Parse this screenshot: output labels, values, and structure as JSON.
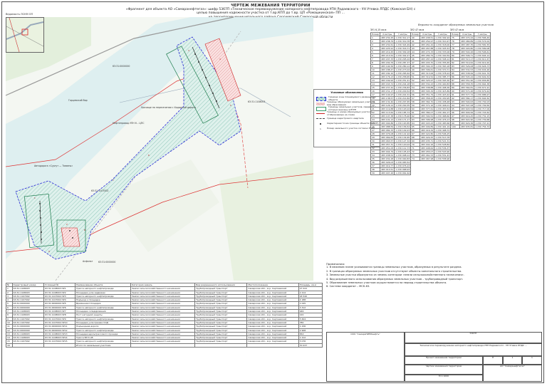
{
  "header": {
    "title": "ЧЕРТЕЖ МЕЖЕВАНИЯ ТЕРРИТОРИИ",
    "subtitle_lines": [
      "«Фрагмент для объекта АО «Самаранефтегаз»: шифр 5367П «Техническое перевооружение напорного нефтепровода УПН Радаевского - УН Утевка ЛПДС (Камская БН) с целью повышения надежности участка от т.вр.КПП до т.вр. ЦП «Ромашкинская» ПП ...",
      "на территории муниципального района Сергиевский Самарской области"
    ]
  },
  "inset_map": {
    "label": "Ведомость ЛСКМ ОП"
  },
  "legend": {
    "title": "Условные обозначения",
    "items": [
      {
        "label": "Граница зоны планируемого размещения объекта",
        "color": "#2b2bd8",
        "pattern": "hatch-blue"
      },
      {
        "label": "Границы образуемых земельных участков, вид образования",
        "color": "#e0a0a0",
        "pattern": "hatch-red"
      },
      {
        "label": "Границы земельных участков, сведения о которых внесены в ЕГРН",
        "color": "#3a9a6a",
        "pattern": "outline"
      },
      {
        "label": "Границы и номер образуемых участков, отображаемые на схеме",
        "color": "#cc2222",
        "pattern": "line"
      },
      {
        "label": "Граница кадастрового квартала",
        "color": "#4a4a4a",
        "pattern": "dash"
      },
      {
        "label": "Характерная точка границы объекта (ЗОУИТ)",
        "color": "#111111",
        "pattern": "dot"
      },
      {
        "label": "Номер земельного участка согласно ЕГРН",
        "color": "#333333",
        "pattern": "text"
      }
    ]
  },
  "map_labels": {
    "quarters": [
      "63:31:0000000",
      "63:31:1108003",
      "63:31:1107002",
      "63:31:0000000"
    ],
    "places": [
      "Автодорога «Сургут — Тюмень»",
      "Гарцевский бор",
      "Нефтепровод УПН 6 – ЦПС",
      "Урочище на пересечении с Хадыюхой дороги",
      "Асфальт"
    ],
    "parcels": [
      "1",
      "2",
      "3",
      "4",
      "5",
      "6",
      "7",
      "8",
      "9"
    ]
  },
  "catalog": {
    "title": "Ведомость координат образуемых земельных участков",
    "headers": [
      "Номер",
      "Х,метры",
      "Y,метры"
    ],
    "tables": [
      {
        "caption": "ЗУ1  6,15 кв.м",
        "rows": [
          [
            "1",
            "483 232,25",
            "1 230 312,17"
          ],
          [
            "2",
            "483 238,79",
            "1 230 319,78"
          ],
          [
            "3",
            "483 232,61",
            "1 230 324,49"
          ],
          [
            "4",
            "483 225,91",
            "1 230 316,71"
          ],
          [
            "5",
            "483 219,45",
            "1 230 309,18"
          ],
          [
            "6",
            "483 213,52",
            "1 230 302,27"
          ],
          [
            "7",
            "483 207,33",
            "1 230 295,04"
          ],
          [
            "8",
            "483 200,76",
            "1 230 287,37"
          ],
          [
            "9",
            "483 194,56",
            "1 230 280,14"
          ],
          [
            "10",
            "483 188,47",
            "1 230 273,04"
          ],
          [
            "11",
            "483 182,10",
            "1 230 265,62"
          ],
          [
            "12",
            "483 176,13",
            "1 230 258,65"
          ],
          [
            "13",
            "483 169,92",
            "1 230 251,41"
          ],
          [
            "14",
            "483 163,72",
            "1 230 244,18"
          ],
          [
            "15",
            "483 157,42",
            "1 230 236,83"
          ],
          [
            "16",
            "483 151,17",
            "1 230 229,54"
          ],
          [
            "17",
            "483 144,97",
            "1 230 222,31"
          ],
          [
            "18",
            "483 138,57",
            "1 230 214,84"
          ],
          [
            "19",
            "483 132,40",
            "1 230 207,65"
          ],
          [
            "20",
            "483 126,14",
            "1 230 200,35"
          ],
          [
            "21",
            "483 119,88",
            "1 230 193,04"
          ],
          [
            "22",
            "483 113,62",
            "1 230 185,74"
          ],
          [
            "23",
            "483 107,38",
            "1 230 178,46"
          ],
          [
            "24",
            "483 101,13",
            "1 230 171,17"
          ],
          [
            "25",
            "483 094,86",
            "1 230 163,85"
          ],
          [
            "26",
            "483 088,59",
            "1 230 156,54"
          ],
          [
            "27",
            "483 082,33",
            "1 230 149,23"
          ],
          [
            "28",
            "483 076,08",
            "1 230 141,94"
          ],
          [
            "29",
            "483 069,83",
            "1 230 134,65"
          ],
          [
            "30",
            "483 063,57",
            "1 230 127,34"
          ],
          [
            "31",
            "483 057,31",
            "1 230 120,04"
          ],
          [
            "32",
            "483 051,05",
            "1 230 112,73"
          ],
          [
            "33",
            "483 044,79",
            "1 230 105,43"
          ],
          [
            "34",
            "483 038,54",
            "1 230 098,14"
          ],
          [
            "35",
            "483 032,28",
            "1 230 090,83"
          ],
          [
            "36",
            "483 026,03",
            "1 230 083,54"
          ],
          [
            "37",
            "483 019,77",
            "1 230 076,24"
          ],
          [
            "38",
            "483 013,51",
            "1 230 068,93"
          ],
          [
            "39",
            "483 007,26",
            "1 230 061,64"
          ]
        ]
      },
      {
        "caption": "ЗУ2  47 кв.м",
        "rows": [
          [
            "40",
            "483 248,51",
            "1 230 302,94"
          ],
          [
            "41",
            "483 254,97",
            "1 230 310,47"
          ],
          [
            "42",
            "483 261,42",
            "1 230 318,00"
          ],
          [
            "43",
            "483 267,88",
            "1 230 325,53"
          ],
          [
            "44",
            "483 274,33",
            "1 230 333,06"
          ],
          [
            "45",
            "483 280,79",
            "1 230 340,59"
          ],
          [
            "46",
            "483 287,24",
            "1 230 348,12"
          ],
          [
            "47",
            "483 293,70",
            "1 230 355,65"
          ],
          [
            "48",
            "483 300,15",
            "1 230 363,18"
          ],
          [
            "49",
            "483 306,61",
            "1 230 370,71"
          ],
          [
            "50",
            "483 313,06",
            "1 230 378,24"
          ],
          [
            "51",
            "483 319,52",
            "1 230 385,77"
          ],
          [
            "52",
            "483 325,97",
            "1 230 393,30"
          ],
          [
            "53",
            "483 332,43",
            "1 230 400,83"
          ],
          [
            "54",
            "483 338,88",
            "1 230 408,36"
          ],
          [
            "55",
            "483 345,34",
            "1 230 415,89"
          ],
          [
            "56",
            "483 351,79",
            "1 230 423,42"
          ],
          [
            "57",
            "483 358,25",
            "1 230 430,95"
          ],
          [
            "58",
            "483 364,70",
            "1 230 438,48"
          ],
          [
            "59",
            "483 371,16",
            "1 230 446,01"
          ],
          [
            "60",
            "483 377,61",
            "1 230 453,54"
          ],
          [
            "61",
            "483 384,07",
            "1 230 461,07"
          ],
          [
            "62",
            "483 390,52",
            "1 230 468,60"
          ],
          [
            "63",
            "483 396,98",
            "1 230 476,13"
          ],
          [
            "64",
            "483 403,43",
            "1 230 483,66"
          ],
          [
            "65",
            "483 409,89",
            "1 230 491,19"
          ],
          [
            "66",
            "483 416,34",
            "1 230 498,72"
          ],
          [
            "67",
            "483 422,80",
            "1 230 506,25"
          ],
          [
            "68",
            "483 429,25",
            "1 230 513,78"
          ],
          [
            "69",
            "483 435,71",
            "1 230 521,31"
          ],
          [
            "70",
            "483 442,16",
            "1 230 528,84"
          ],
          [
            "71",
            "483 448,62",
            "1 230 536,37"
          ],
          [
            "72",
            "483 455,07",
            "1 230 543,90"
          ],
          [
            "73",
            "483 461,53",
            "1 230 551,43"
          ],
          [
            "74",
            "483 467,98",
            "1 230 558,96"
          ]
        ]
      },
      {
        "caption": "ЗУ3  47 кв.м",
        "rows": [
          [
            "75",
            "483 474,44",
            "1 230 566,49"
          ],
          [
            "76",
            "483 480,89",
            "1 230 574,02"
          ],
          [
            "77",
            "483 487,35",
            "1 230 581,55"
          ],
          [
            "78",
            "483 493,80",
            "1 230 589,08"
          ],
          [
            "79",
            "483 500,26",
            "1 230 596,61"
          ],
          [
            "80",
            "483 506,71",
            "1 230 604,14"
          ],
          [
            "81",
            "483 513,17",
            "1 230 611,67"
          ],
          [
            "82",
            "483 519,62",
            "1 230 619,20"
          ],
          [
            "83",
            "483 526,08",
            "1 230 626,73"
          ],
          [
            "84",
            "483 532,53",
            "1 230 634,26"
          ],
          [
            "85",
            "483 538,99",
            "1 230 641,79"
          ],
          [
            "86",
            "483 545,44",
            "1 230 649,32"
          ],
          [
            "87",
            "483 551,90",
            "1 230 656,85"
          ],
          [
            "88",
            "483 558,35",
            "1 230 664,38"
          ],
          [
            "89",
            "483 564,81",
            "1 230 671,91"
          ],
          [
            "90",
            "483 571,26",
            "1 230 679,44"
          ],
          [
            "91",
            "483 577,72",
            "1 230 686,97"
          ],
          [
            "92",
            "483 584,17",
            "1 230 694,50"
          ],
          [
            "93",
            "483 590,63",
            "1 230 702,03"
          ],
          [
            "94",
            "483 597,08",
            "1 230 709,56"
          ],
          [
            "95",
            "483 603,54",
            "1 230 717,09"
          ],
          [
            "96",
            "483 609,99",
            "1 230 724,62"
          ],
          [
            "97",
            "483 616,45",
            "1 230 732,15"
          ],
          [
            "98",
            "483 622,90",
            "1 230 739,68"
          ],
          [
            "99",
            "483 629,36",
            "1 230 747,21"
          ],
          [
            "100",
            "483 635,81",
            "1 230 754,74"
          ]
        ]
      }
    ]
  },
  "notes": {
    "heading": "Примечания:",
    "lines": [
      "1. В межевом плане указываются границы земельных участков, образуемых в результате раздела.",
      "2. В границах образуемых земельных участков отсутствуют объекты капитального строительства.",
      "3. Земельные участки образуются из земель категории «земли сельскохозяйственного назначения».",
      "4. Вид разрешенного использования образуемых земельных участков – трубопроводный транспорт.",
      "5. Образование земельных участков осуществляется на период строительства объекта.",
      "6. Система координат – МСК-63."
    ]
  },
  "register": {
    "headers": [
      "№",
      "Кадастровый номер",
      "Условный №",
      "Наименование объекта",
      "Категория земель",
      "Вид разрешенного использования",
      "Местоположение",
      "Площадь, кв.м"
    ],
    "rows": [
      [
        "1",
        "63:31:1108003",
        "63:31:1108003:ЗУ1",
        "Трасса напорного нефтепровода",
        "Земли сельскохозяйственного назначения",
        "Трубопроводный транспорт",
        "Самарская обл., м.р. Сергиевский",
        "27 022"
      ],
      [
        "2",
        "63:31:1108003",
        "63:31:1108003:ЗУ2",
        "Площадка узла задвижек",
        "Земли сельскохозяйственного назначения",
        "Трубопроводный транспорт",
        "Самарская обл., м.р. Сергиевский",
        "2 214"
      ],
      [
        "3",
        "63:31:1107002",
        "63:31:1107002:ЗУ3",
        "Трасса напорного нефтепровода",
        "Земли сельскохозяйственного назначения",
        "Трубопроводный транспорт",
        "Самарская обл., м.р. Сергиевский",
        "18 540"
      ],
      [
        "4",
        "63:31:1107002",
        "63:31:1107002:ЗУ4",
        "Подъезд к площадке",
        "Земли сельскохозяйственного назначения",
        "Трубопроводный транспорт",
        "Самарская обл., м.р. Сергиевский",
        "4 188"
      ],
      [
        "5",
        "63:31:0000000",
        "63:31:0000000:ЗУ5",
        "Временная площадка",
        "Земли сельскохозяйственного назначения",
        "Трубопроводный транспорт",
        "Самарская обл., м.р. Сергиевский",
        "1 025"
      ],
      [
        "6",
        "63:31:0000000",
        "63:31:0000000:ЗУ6",
        "Трасса напорного нефтепровода",
        "Земли сельскохозяйственного назначения",
        "Трубопроводный транспорт",
        "Самарская обл., м.р. Сергиевский",
        "3 312"
      ],
      [
        "7",
        "63:31:1108003",
        "63:31:1108003:ЗУ7",
        "Площадка складирования",
        "Земли сельскохозяйственного назначения",
        "Трубопроводный транспорт",
        "Самарская обл., м.р. Сергиевский",
        "946"
      ],
      [
        "8",
        "63:31:1108003",
        "63:31:1108003:ЗУ8",
        "Пост катодной защиты",
        "Земли сельскохозяйственного назначения",
        "Трубопроводный транспорт",
        "Самарская обл., м.р. Сергиевский",
        "120"
      ],
      [
        "9",
        "63:31:1107002",
        "63:31:1107002:ЗУ9",
        "Трасса напорного нефтепровода",
        "Земли сельскохозяйственного назначения",
        "Трубопроводный транспорт",
        "Самарская обл., м.р. Сергиевский",
        "5 604"
      ],
      [
        "10",
        "63:31:1107002",
        "63:31:1107002:ЗУ10",
        "Площадка узла приема СОД",
        "Земли сельскохозяйственного назначения",
        "Трубопроводный транспорт",
        "Самарская обл., м.р. Сергиевский",
        "780"
      ],
      [
        "11",
        "63:31:0000000",
        "63:31:0000000:ЗУ11",
        "Подъездная дорога",
        "Земли сельскохозяйственного назначения",
        "Трубопроводный транспорт",
        "Самарская обл., м.р. Сергиевский",
        "1 436"
      ],
      [
        "12",
        "63:31:0000000",
        "63:31:0000000:ЗУ12",
        "Трасса напорного нефтепровода",
        "Земли сельскохозяйственного назначения",
        "Трубопроводный транспорт",
        "Самарская обл., м.р. Сергиевский",
        "2 908"
      ],
      [
        "13",
        "63:31:1108003",
        "63:31:1108003:ЗУ13",
        "Площадка вдольтрассового проезда",
        "Земли сельскохозяйственного назначения",
        "Трубопроводный транспорт",
        "Самарская обл., м.р. Сергиевский",
        "654"
      ],
      [
        "14",
        "63:31:1108003",
        "63:31:1108003:ЗУ14",
        "Трасса ВЛ 6 кВ",
        "Земли сельскохозяйственного назначения",
        "Трубопроводный транспорт",
        "Самарская обл., м.р. Сергиевский",
        "1 212"
      ],
      [
        "15",
        "63:31:1107002",
        "63:31:1107002:ЗУ15",
        "Трасса напорного нефтепровода",
        "Земли сельскохозяйственного назначения",
        "Трубопроводный транспорт",
        "Самарская обл., м.р. Сергиевский",
        "3 076"
      ],
      [
        "16",
        "",
        "",
        "Итого по земельным участкам",
        "",
        "",
        "",
        "70 037"
      ]
    ]
  },
  "stamp": {
    "code": "5367П",
    "company": "ООО \"СамараНИПИнефть\"",
    "project": "Техническое перевооружение напорного нефтепровода УПН Радаевского - УН Утевка ЛПДС ...",
    "section": "Проект межевания территории",
    "sheet_title": "Чертеж межевания территории",
    "scale": "М 1:1000",
    "stage": "П",
    "sheet": "1",
    "sheets": "1",
    "client": "АО \"Самаранефтегаз\""
  }
}
